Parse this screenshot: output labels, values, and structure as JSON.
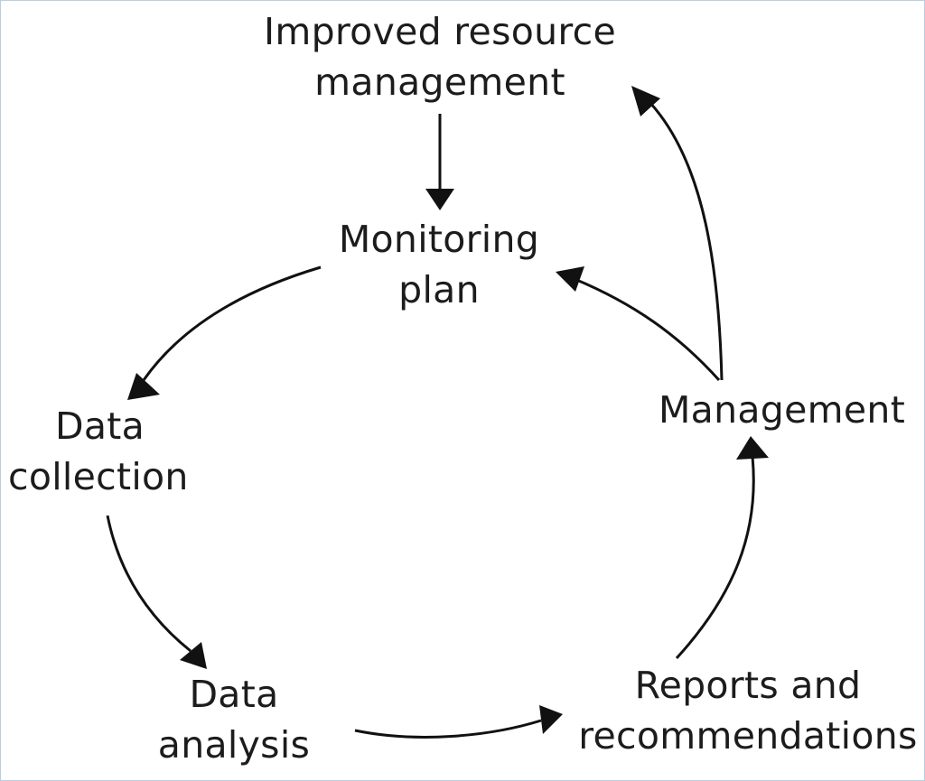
{
  "diagram": {
    "nodes": {
      "improved_resource_management": [
        "Improved resource",
        "management"
      ],
      "monitoring_plan": [
        "Monitoring",
        "plan"
      ],
      "data_collection": [
        "Data",
        "collection"
      ],
      "data_analysis": [
        "Data",
        "analysis"
      ],
      "reports_and_recommendations": [
        "Reports and",
        "recommendations"
      ],
      "management": [
        "Management"
      ]
    },
    "edges": [
      {
        "from": "improved_resource_management",
        "to": "monitoring_plan"
      },
      {
        "from": "monitoring_plan",
        "to": "data_collection"
      },
      {
        "from": "data_collection",
        "to": "data_analysis"
      },
      {
        "from": "data_analysis",
        "to": "reports_and_recommendations"
      },
      {
        "from": "reports_and_recommendations",
        "to": "management"
      },
      {
        "from": "management",
        "to": "monitoring_plan"
      },
      {
        "from": "management",
        "to": "improved_resource_management"
      }
    ],
    "colors": {
      "line": "#111111",
      "text": "#1c1c1c",
      "frame": "#b9cfe3"
    }
  }
}
